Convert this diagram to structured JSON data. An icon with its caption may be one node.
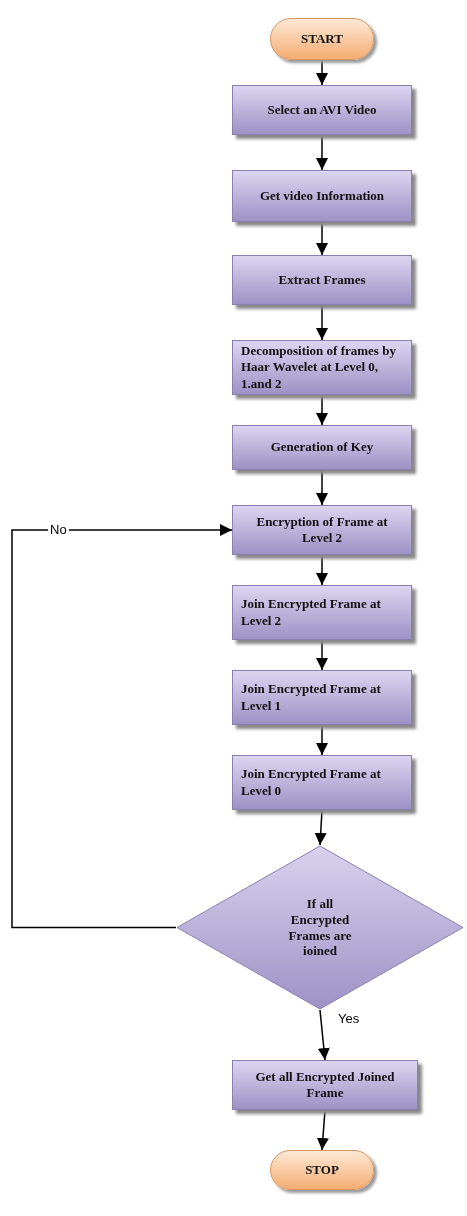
{
  "diagram": {
    "nodes": [
      {
        "text": [
          "START"
        ]
      },
      {
        "text": [
          "Select an AVI Video"
        ]
      },
      {
        "text": [
          "Get video Information"
        ]
      },
      {
        "text": [
          "Extract Frames"
        ]
      },
      {
        "text": [
          "Decomposition of frames by Haar Wavelet at Level 0, 1.and 2"
        ]
      },
      {
        "text": [
          "Generation of Key"
        ]
      },
      {
        "text": [
          "Encryption of Frame at Level 2"
        ]
      },
      {
        "text": [
          "Join Encrypted Frame at Level 2"
        ]
      },
      {
        "text": [
          "Join Encrypted Frame at Level 1"
        ]
      },
      {
        "text": [
          "Join Encrypted Frame at Level 0"
        ]
      },
      {
        "text": [
          "If all Encrypted Frames are ioined"
        ]
      },
      {
        "text": [
          "Get all Encrypted Joined Frame"
        ]
      },
      {
        "text": [
          "STOP"
        ]
      }
    ],
    "edges": [
      {
        "from": 0,
        "to": 1,
        "arrow": "to"
      },
      {
        "from": 1,
        "to": 2,
        "arrow": "to"
      },
      {
        "from": 2,
        "to": 3,
        "arrow": "to"
      },
      {
        "from": 3,
        "to": 4,
        "arrow": "to"
      },
      {
        "from": 4,
        "to": 5,
        "arrow": "to"
      },
      {
        "from": 5,
        "to": 6,
        "arrow": "to"
      },
      {
        "from": 6,
        "to": 7,
        "arrow": "to"
      },
      {
        "from": 7,
        "to": 8,
        "arrow": "to"
      },
      {
        "from": 8,
        "to": 9,
        "arrow": "to"
      },
      {
        "from": 9,
        "to": 10,
        "arrow": "to"
      },
      {
        "from": 10,
        "to": 6,
        "arrow": "to",
        "label": "No"
      },
      {
        "from": 10,
        "to": 11,
        "arrow": "to",
        "label": "Yes"
      },
      {
        "from": 11,
        "to": 12,
        "arrow": "to"
      }
    ]
  }
}
